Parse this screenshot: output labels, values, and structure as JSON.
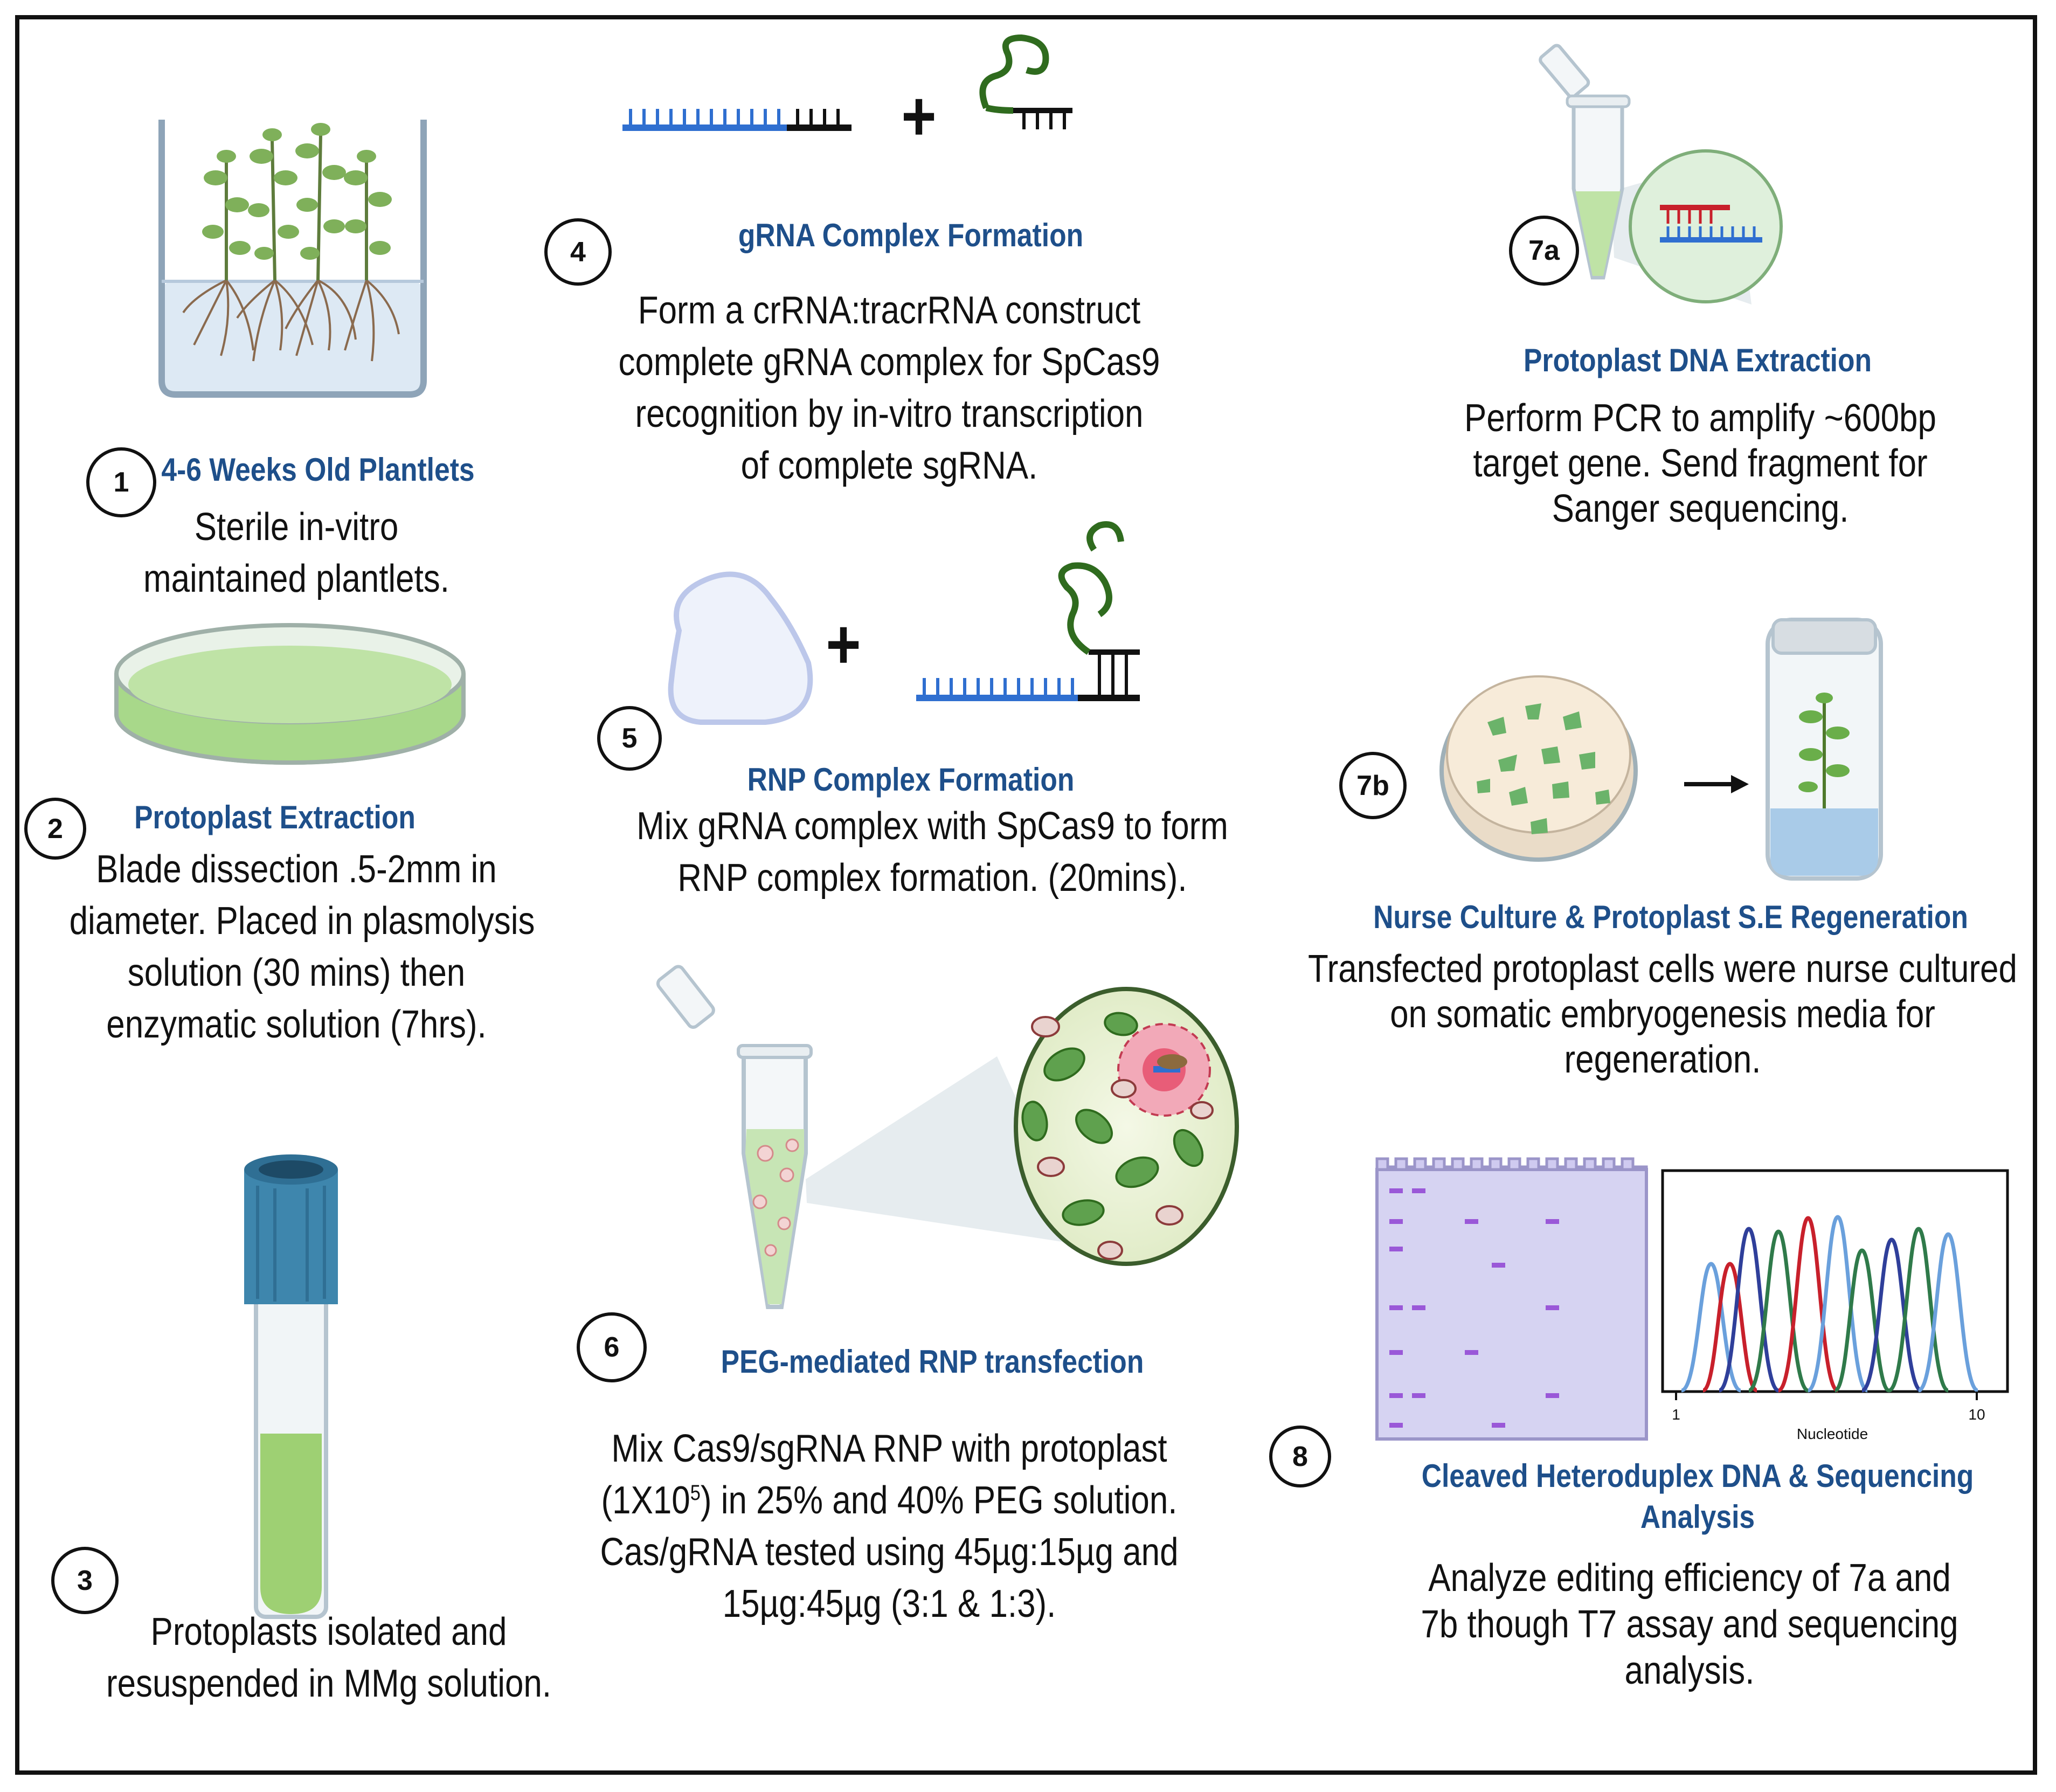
{
  "steps": {
    "s1": {
      "number": "1",
      "title": "4-6 Weeks Old Plantlets",
      "lines": [
        "Sterile in-vitro",
        "maintained plantlets."
      ]
    },
    "s2": {
      "number": "2",
      "title": "Protoplast Extraction",
      "lines": [
        "Blade dissection .5-2mm in",
        "diameter. Placed in plasmolysis",
        "solution (30 mins) then",
        "enzymatic solution (7hrs)."
      ]
    },
    "s3": {
      "number": "3",
      "lines": [
        "Protoplasts isolated and",
        "resuspended in MMg solution."
      ]
    },
    "s4": {
      "number": "4",
      "title": "gRNA Complex Formation",
      "lines": [
        "Form a crRNA:tracrRNA construct",
        "complete gRNA complex for SpCas9",
        "recognition by in-vitro transcription",
        "of  complete sgRNA."
      ]
    },
    "s5": {
      "number": "5",
      "title": "RNP Complex Formation",
      "lines": [
        "Mix gRNA complex with SpCas9  to form",
        "RNP complex formation. (20mins)."
      ]
    },
    "s6": {
      "number": "6",
      "title": "PEG-mediated RNP transfection",
      "line1": "Mix Cas9/sgRNA RNP with protoplast",
      "line2_a": "(1X10",
      "line2_sup": "5",
      "line2_b": ") in 25% and 40% PEG solution.",
      "line3": "Cas/gRNA tested using 45µg:15µg and",
      "line4": "15µg:45µg (3:1 & 1:3)."
    },
    "s7a": {
      "number": "7a",
      "title": "Protoplast DNA Extraction",
      "lines": [
        "Perform PCR to amplify ~600bp",
        "target gene. Send fragment for",
        "Sanger sequencing."
      ]
    },
    "s7b": {
      "number": "7b",
      "title": "Nurse Culture & Protoplast S.E Regeneration",
      "lines": [
        "Transfected protoplast cells were nurse cultured",
        "on somatic embryogenesis media for",
        "regeneration."
      ]
    },
    "s8": {
      "number": "8",
      "title_lines": [
        "Cleaved Heteroduplex DNA & Sequencing",
        "Analysis"
      ],
      "lines": [
        "Analyze editing efficiency of 7a and",
        "7b though T7 assay and sequencing",
        "analysis."
      ]
    }
  },
  "symbols": {
    "plus": "+"
  },
  "chromatogram": {
    "x_label": "Nucleotide",
    "tick_start": "1",
    "tick_end": "10"
  },
  "colors": {
    "title": "#1e4f8a",
    "dna_blue": "#2f6fd0",
    "rna_green": "#2f6b1e",
    "gel": "#d6d3f2",
    "band": "#9a58d8"
  }
}
